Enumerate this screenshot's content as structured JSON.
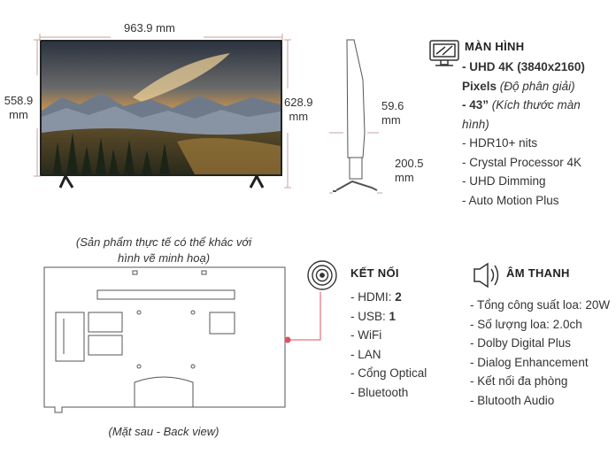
{
  "front_view": {
    "width_label": "963.9 mm",
    "height_label_value": "558.9",
    "height_label_unit": "mm",
    "total_height_value": "628.9",
    "total_height_unit": "mm"
  },
  "side_view": {
    "depth_value": "59.6",
    "depth_unit": "mm",
    "stand_depth_value": "200.5",
    "stand_depth_unit": "mm"
  },
  "screen_spec": {
    "title": "MÀN HÌNH",
    "icon": "monitor-icon",
    "items": [
      {
        "line1_bold": "- UHD 4K (3840x2160)",
        "line2_bold": "Pixels",
        "line2_italic": " (Độ phân giải)"
      },
      {
        "line1_bold": "- 43”",
        "line1_italic": " (Kích thước màn",
        "line2_italic": "hình)"
      },
      {
        "text": "- HDR10+ nits"
      },
      {
        "text": "- Crystal Processor 4K"
      },
      {
        "text": "- UHD Dimming"
      },
      {
        "text": "-  Auto Motion Plus"
      }
    ]
  },
  "disclaimer": {
    "line1": "(Sản phẩm thực tế có thể khác với",
    "line2": "hình vẽ minh hoạ)"
  },
  "back_view_label": "(Mặt sau - Back view)",
  "connectivity": {
    "title": "KẾT NỐI",
    "icon": "wireless-signal-icon",
    "items": [
      {
        "label": "- HDMI: ",
        "value": "2"
      },
      {
        "label": "- USB: ",
        "value": "1"
      },
      {
        "label": "- WiFi"
      },
      {
        "label": "- LAN"
      },
      {
        "label": "- Cổng Optical"
      },
      {
        "label": "- Bluetooth"
      }
    ]
  },
  "sound": {
    "title": "ÂM THANH",
    "icon": "speaker-icon",
    "items": [
      "- Tổng công suất loa: 20W",
      "- Số lượng loa: 2.0ch",
      "- Dolby Digital Plus",
      "- Dialog Enhancement",
      "- Kết nối đa phòng",
      "- Blutooth Audio"
    ]
  },
  "colors": {
    "dimension_line": "#c9a0a0",
    "accent_red": "#e05060",
    "outline": "#333333"
  }
}
